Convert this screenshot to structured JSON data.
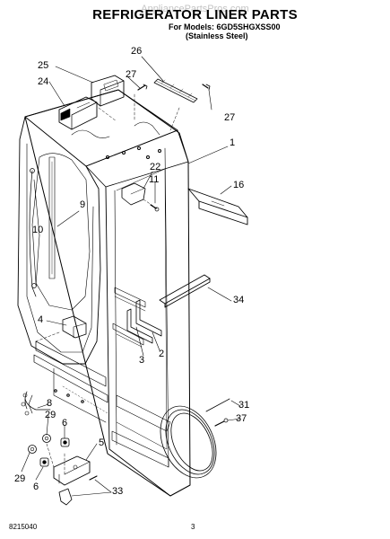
{
  "header": {
    "watermark": "AppliancePartsPros.com",
    "title": "REFRIGERATOR LINER PARTS",
    "models_line1": "For Models: 6GD5SHGXSS00",
    "models_line2": "(Stainless Steel)"
  },
  "callouts": [
    {
      "id": "26",
      "text": "26"
    },
    {
      "id": "25",
      "text": "25"
    },
    {
      "id": "27a",
      "text": "27"
    },
    {
      "id": "24",
      "text": "24"
    },
    {
      "id": "27b",
      "text": "27"
    },
    {
      "id": "1",
      "text": "1"
    },
    {
      "id": "22",
      "text": "22"
    },
    {
      "id": "11",
      "text": "11"
    },
    {
      "id": "16",
      "text": "16"
    },
    {
      "id": "9",
      "text": "9"
    },
    {
      "id": "10",
      "text": "10"
    },
    {
      "id": "34",
      "text": "34"
    },
    {
      "id": "4",
      "text": "4"
    },
    {
      "id": "3",
      "text": "3"
    },
    {
      "id": "2",
      "text": "2"
    },
    {
      "id": "8",
      "text": "8"
    },
    {
      "id": "29a",
      "text": "29"
    },
    {
      "id": "6a",
      "text": "6"
    },
    {
      "id": "31",
      "text": "31"
    },
    {
      "id": "37",
      "text": "37"
    },
    {
      "id": "5",
      "text": "5"
    },
    {
      "id": "29b",
      "text": "29"
    },
    {
      "id": "6b",
      "text": "6"
    },
    {
      "id": "33",
      "text": "33"
    }
  ],
  "footer": {
    "doc_number": "8215040",
    "page_number": "3"
  }
}
